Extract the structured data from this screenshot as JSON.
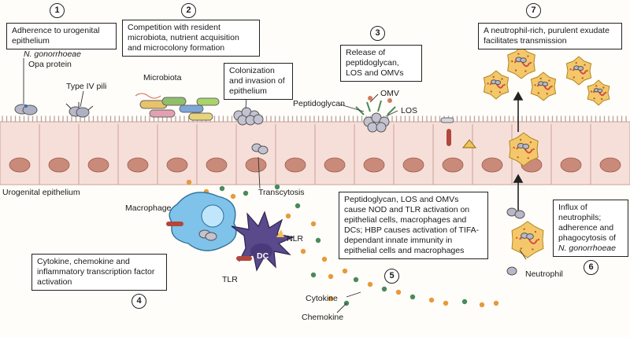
{
  "steps": [
    "1",
    "2",
    "3",
    "4",
    "5",
    "6",
    "7"
  ],
  "callouts": {
    "adherence": "Adherence to urogenital epithelium",
    "competition": "Competition with resident microbiota, nutrient acquisition and microcolony formation",
    "colonization": "Colonization and invasion of epithelium",
    "release": "Release of peptidoglycan, LOS and OMVs",
    "exudate": "A neutrophil-rich, purulent exudate facilitates transmission",
    "cytokine_activation": "Cytokine, chemokine and inflammatory transcription factor activation",
    "nod_tlr": "Peptidoglycan, LOS and OMVs cause NOD and TLR activation on epithelial cells, macrophages and DCs; HBP causes activation of TIFA-dependant innate immunity in epithelial cells and macrophages",
    "influx_text": "Influx of neutrophils; adherence and phagocytosis of",
    "influx_species": "N. gonorrhoeae"
  },
  "labels": {
    "gonorrhoeae": "N. gonorrhoeae",
    "opa": "Opa protein",
    "pili": "Type IV pili",
    "microbiota": "Microbiota",
    "peptidoglycan": "Peptidoglycan",
    "omv": "OMV",
    "los": "LOS",
    "epithelium": "Urogenital epithelium",
    "transcytosis": "Transcytosis",
    "macrophage": "Macrophage",
    "nlr": "NLR",
    "dc": "DC",
    "tlr": "TLR",
    "cytokine": "Cytokine",
    "chemokine": "Chemokine",
    "neutrophil": "Neutrophil"
  },
  "colors": {
    "epithelium": "#f7dfd9",
    "nucleus": "#c98a7a",
    "neutrophil": "#f4c86a",
    "macrophage": "#7fc3ea",
    "dc": "#5a4a8c",
    "cytokine_dot": "#e69a3c",
    "chemokine_dot": "#4a8a5a",
    "bacterium": "#b8b8c8"
  }
}
